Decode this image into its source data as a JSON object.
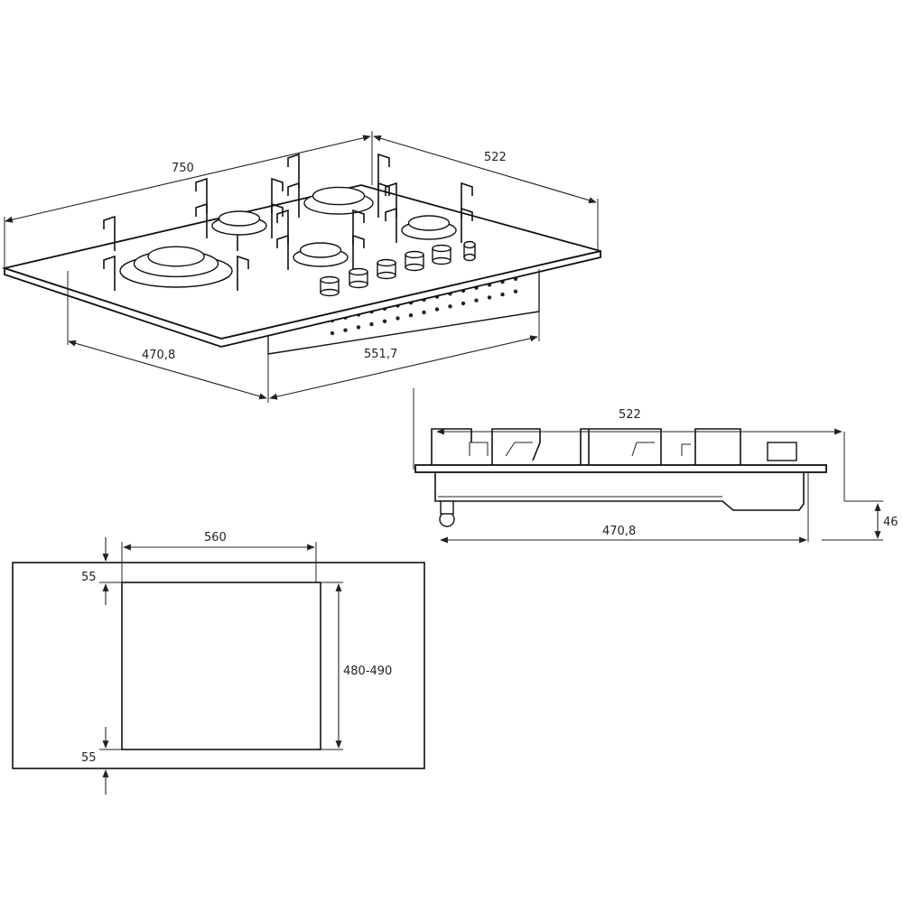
{
  "perspective_view": {
    "width_label": "750",
    "depth_label": "522",
    "body_depth_label": "470,8",
    "body_width_label": "551,7"
  },
  "side_view": {
    "depth_label": "522",
    "body_depth_label": "470,8",
    "height_label": "46"
  },
  "cutout_view": {
    "width_label": "560",
    "depth_label": "480-490",
    "top_margin_label": "55",
    "bottom_margin_label": "55"
  },
  "colors": {
    "line": "#111111",
    "background": "#ffffff"
  }
}
